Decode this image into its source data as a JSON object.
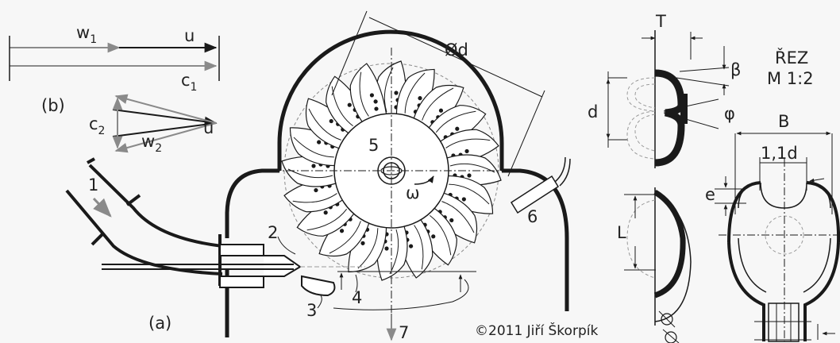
{
  "colors": {
    "background": "#f7f7f7",
    "line": "#1a1a1a",
    "gray": "#8a8a8a",
    "dash": "#9a9a9a"
  },
  "velocity_diagram": {
    "w1_main": "w",
    "w1_sub": "1",
    "u_top": "u",
    "c1_main": "c",
    "c1_sub": "1",
    "panel_b": "(b)",
    "c2_main": "c",
    "c2_sub": "2",
    "w2_main": "w",
    "w2_sub": "2",
    "u_bottom": "u"
  },
  "turbine": {
    "diameter": "Ød",
    "runner_label": "5",
    "omega": "ω",
    "needle_label": "6",
    "pipe_label": "1",
    "nozzle_label": "2",
    "deflector_label": "3",
    "jet_label": "4",
    "outlet_label": "7",
    "panel_a": "(a)",
    "bucket_count": 20
  },
  "bucket_section": {
    "width_T": "T",
    "beta": "β",
    "phi": "φ",
    "depth_d": "d",
    "length_L": "L"
  },
  "bucket_front": {
    "section_title": "ŘEZ",
    "scale": "M 1:2",
    "width_B": "B",
    "notch_width": "1,1d",
    "notch_e": "e"
  },
  "copyright": "©2011 Jiří Škorpík"
}
